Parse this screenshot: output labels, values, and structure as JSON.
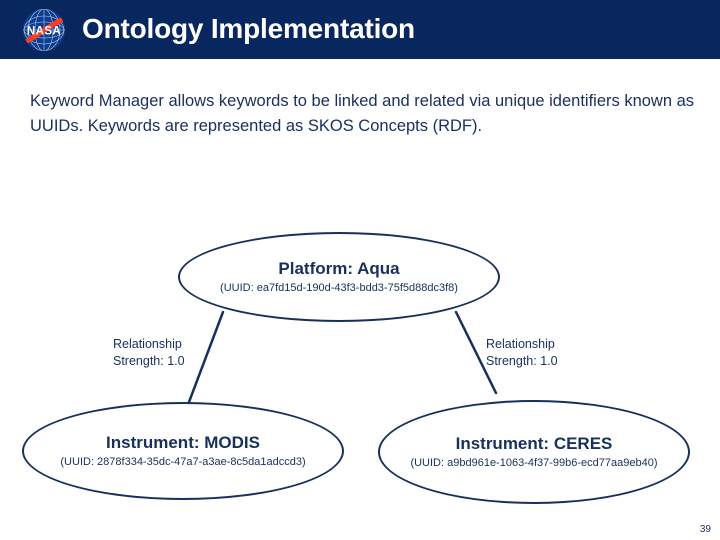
{
  "header": {
    "title": "Ontology Implementation",
    "logo_name": "nasa-meatball-logo",
    "background_color": "#08275f"
  },
  "body": {
    "paragraph": "Keyword Manager allows keywords to be linked and related via unique identifiers known as UUIDs. Keywords are represented as SKOS Concepts (RDF)."
  },
  "diagram": {
    "accent_color": "#17305c",
    "nodes": [
      {
        "id": "platform-aqua",
        "title": "Platform: Aqua",
        "uuid": "(UUID: ea7fd15d-190d-43f3-bdd3-75f5d88dc3f8)"
      },
      {
        "id": "instrument-modis",
        "title": "Instrument: MODIS",
        "uuid": "(UUID: 2878f334-35dc-47a7-a3ae-8c5da1adccd3)"
      },
      {
        "id": "instrument-ceres",
        "title": "Instrument: CERES",
        "uuid": "(UUID: a9bd961e-1063-4f37-99b6-ecd77aa9eb40)"
      }
    ],
    "edges": [
      {
        "id": "edge-platform-modis",
        "line1": "Relationship",
        "line2": "Strength: 1.0"
      },
      {
        "id": "edge-platform-ceres",
        "line1": "Relationship",
        "line2": "Strength: 1.0"
      }
    ]
  },
  "footer": {
    "page_number": "39"
  }
}
